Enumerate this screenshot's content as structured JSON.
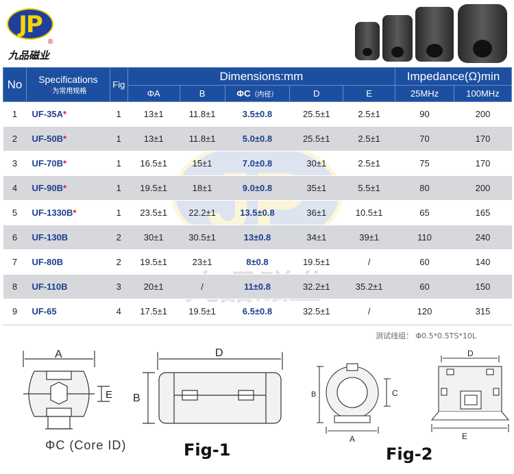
{
  "brand": {
    "logo_text": "JP",
    "registered": "®",
    "name": "九品磁业"
  },
  "table": {
    "headers": {
      "no": "No",
      "specifications": "Specifications",
      "spec_note_star": "*",
      "spec_note": "为常用规格",
      "fig": "Fig",
      "dimensions": "Dimensions:mm",
      "impedance": "Impedance(Ω)min",
      "a": "ΦA",
      "b": "B",
      "c": "ΦC",
      "c_note": "（内径）",
      "d": "D",
      "e": "E",
      "f25": "25MHz",
      "f100": "100MHz"
    },
    "rows": [
      {
        "no": "1",
        "model": "UF-35A",
        "star": "*",
        "fig": "1",
        "a": "13±1",
        "b": "11.8±1",
        "c": "3.5±0.8",
        "d": "25.5±1",
        "e": "2.5±1",
        "z25": "90",
        "z100": "200"
      },
      {
        "no": "2",
        "model": "UF-50B",
        "star": "*",
        "fig": "1",
        "a": "13±1",
        "b": "11.8±1",
        "c": "5.0±0.8",
        "d": "25.5±1",
        "e": "2.5±1",
        "z25": "70",
        "z100": "170"
      },
      {
        "no": "3",
        "model": "UF-70B",
        "star": "*",
        "fig": "1",
        "a": "16.5±1",
        "b": "15±1",
        "c": "7.0±0.8",
        "d": "30±1",
        "e": "2.5±1",
        "z25": "75",
        "z100": "170"
      },
      {
        "no": "4",
        "model": "UF-90B",
        "star": "*",
        "fig": "1",
        "a": "19.5±1",
        "b": "18±1",
        "c": "9.0±0.8",
        "d": "35±1",
        "e": "5.5±1",
        "z25": "80",
        "z100": "200"
      },
      {
        "no": "5",
        "model": "UF-1330B",
        "star": "*",
        "fig": "1",
        "a": "23.5±1",
        "b": "22.2±1",
        "c": "13.5±0.8",
        "d": "36±1",
        "e": "10.5±1",
        "z25": "65",
        "z100": "165"
      },
      {
        "no": "6",
        "model": "UF-130B",
        "star": "",
        "fig": "2",
        "a": "30±1",
        "b": "30.5±1",
        "c": "13±0.8",
        "d": "34±1",
        "e": "39±1",
        "z25": "110",
        "z100": "240"
      },
      {
        "no": "7",
        "model": "UF-80B",
        "star": "",
        "fig": "2",
        "a": "19.5±1",
        "b": "23±1",
        "c": "8±0.8",
        "d": "19.5±1",
        "e": "/",
        "z25": "60",
        "z100": "140"
      },
      {
        "no": "8",
        "model": "UF-110B",
        "star": "",
        "fig": "3",
        "a": "20±1",
        "b": "/",
        "c": "11±0.8",
        "d": "32.2±1",
        "e": "35.2±1",
        "z25": "60",
        "z100": "150"
      },
      {
        "no": "9",
        "model": "UF-65",
        "star": "",
        "fig": "4",
        "a": "17.5±1",
        "b": "19.5±1",
        "c": "6.5±0.8",
        "d": "32.5±1",
        "e": "/",
        "z25": "120",
        "z100": "315"
      }
    ]
  },
  "test_note": "测试线组： Φ0.5*0.5TS*10L",
  "fig1": {
    "label": "Fig-1",
    "dim_a": "A",
    "dim_b": "B",
    "dim_d": "D",
    "dim_e": "E",
    "core_id": "ΦC  (Core ID)"
  },
  "fig2": {
    "label": "Fig-2",
    "dim_a": "A",
    "dim_b": "B",
    "dim_c": "C",
    "dim_d": "D",
    "dim_e": "E"
  },
  "colors": {
    "header_blue": "#1c4fa0",
    "model_blue": "#1c3f8e",
    "star_red": "#e02020",
    "row_alt": "#d6d8dc",
    "logo_yellow": "#f5d400"
  }
}
